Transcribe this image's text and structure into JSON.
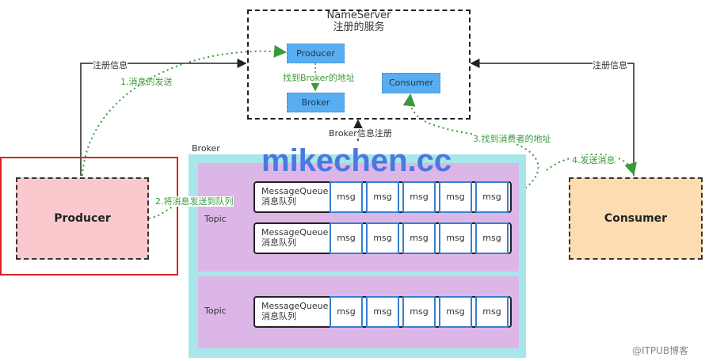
{
  "nameserver": {
    "title": "NameServer",
    "subtitle": "注册的服务",
    "producer": "Producer",
    "broker": "Broker",
    "consumer": "Consumer",
    "find_broker": "找到Broker的地址"
  },
  "labels": {
    "register_left": "注册信息",
    "register_right": "注册信息",
    "broker_register": "Broker信息注册",
    "broker": "Broker"
  },
  "steps": {
    "s1": "1.消息的发送",
    "s2": "2.将消息发送到队列",
    "s3": "3.找到消费者的地址",
    "s4": "4.发送消息"
  },
  "topics": [
    {
      "label": "Topic",
      "queues": [
        {
          "name": "MessageQueue",
          "sub": "消息队列",
          "msgs": [
            "msg",
            "msg",
            "msg",
            "msg",
            "msg"
          ]
        },
        {
          "name": "MessageQueue",
          "sub": "消息队列",
          "msgs": [
            "msg",
            "msg",
            "msg",
            "msg",
            "msg"
          ]
        }
      ]
    },
    {
      "label": "Topic",
      "queues": [
        {
          "name": "MessageQueue",
          "sub": "消息队列",
          "msgs": [
            "msg",
            "msg",
            "msg",
            "msg",
            "msg"
          ]
        }
      ]
    }
  ],
  "producer": "Producer",
  "consumer": "Consumer",
  "watermark": "mikechen.cc",
  "credit": "@ITPUB博客",
  "colors": {
    "nameserver_item": "#58aef0",
    "broker_bg": "#a8e6ea",
    "topic_bg": "#ddb6e8",
    "producer_bg": "#f9c9cd",
    "consumer_bg": "#fcdcb0",
    "step_arrow": "#3a9a3a",
    "highlight": "#e02020"
  }
}
